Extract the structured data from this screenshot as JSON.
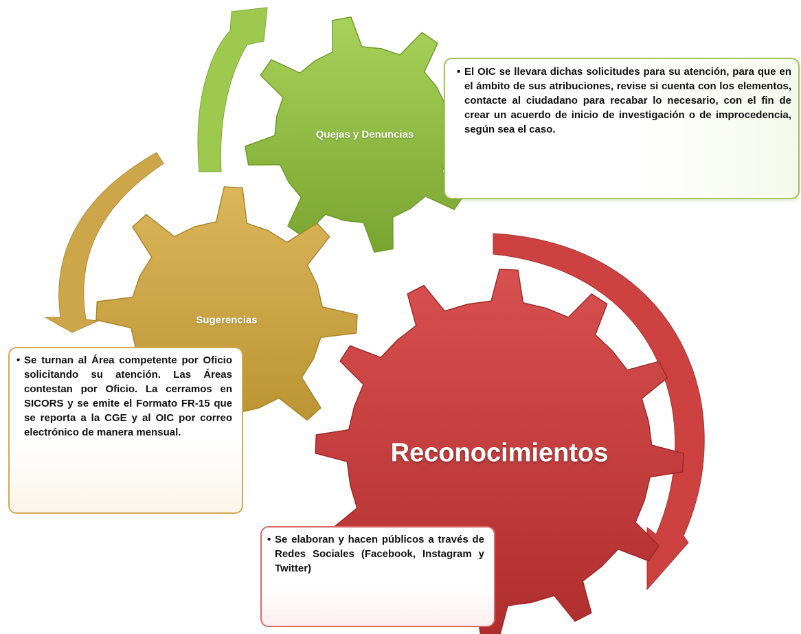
{
  "gears": {
    "quejas": {
      "label": "Quejas y Denuncias",
      "color": "#8dbb3c"
    },
    "sugerencias": {
      "label": "Sugerencias",
      "color": "#c9a13f"
    },
    "reconocimientos": {
      "label": "Reconocimientos",
      "color": "#c43a3a"
    }
  },
  "notes": {
    "quejas": "El OIC se llevara dichas solicitudes para su atención, para que en el ámbito de sus atribuciones, revise si cuenta con los elementos, contacte al ciudadano para recabar lo necesario, con el fin de crear un acuerdo de inicio de investigación o de improcedencia, según sea el caso.",
    "sugerencias": "Se turnan al Área competente por Oficio solicitando su atención. Las Áreas contestan por Oficio. La cerramos en SICORS y se emite el Formato FR-15 que se reporta a la CGE y al OIC por correo electrónico de manera mensual.",
    "reconocimientos": "Se elaboran y hacen públicos a través de Redes Sociales (Facebook, Instagram y Twitter)"
  }
}
